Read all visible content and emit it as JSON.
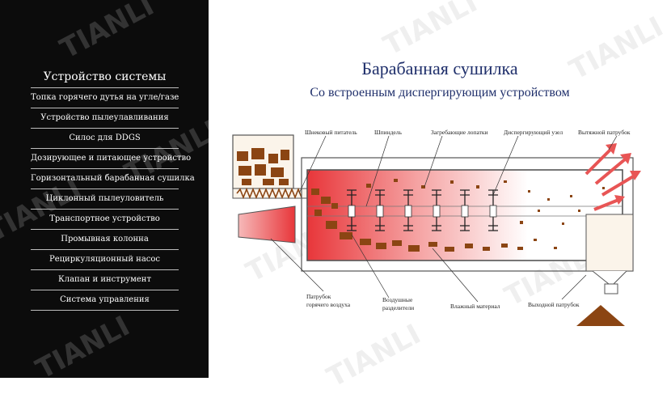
{
  "watermark_text": "TIANLI",
  "sidebar": {
    "title": "Устройство системы",
    "items": [
      {
        "label": "Топка горячего дутья на угле/газе"
      },
      {
        "label": "Устройство пылеулавливания"
      },
      {
        "label": "Силос для DDGS"
      },
      {
        "label": "Дозирующее и питающее устройство"
      },
      {
        "label": "Горизонтальный барабанная сушилка"
      },
      {
        "label": "Циклонный пылеуловитель"
      },
      {
        "label": "Транспортное устройство"
      },
      {
        "label": "Промывная колонна"
      },
      {
        "label": "Рециркуляционный насос"
      },
      {
        "label": "Клапан и инструмент"
      },
      {
        "label": "Система управления"
      }
    ]
  },
  "main": {
    "title": "Барабанная сушилка",
    "subtitle": "Со встроенным диспергирующим устройством"
  },
  "diagram": {
    "labels": {
      "screw_feeder": "Шнековый питатель",
      "spindle": "Шпиндель",
      "scoop_blades": "Загребающие лопатки",
      "disperser": "Диспергирующий узел",
      "exhaust": "Вытяжной патрубок",
      "hot_air_inlet_1": "Патрубок",
      "hot_air_inlet_2": "горячего воздуха",
      "air_separators_1": "Воздушные",
      "air_separators_2": "разделители",
      "wet_material": "Влажный материал",
      "outlet": "Выходной патрубок"
    }
  },
  "colors": {
    "sidebar_bg": "#0c0c0c",
    "title_color": "#1f2f6b",
    "material_brown": "#8b4513",
    "hot_red": "#e8363a",
    "exhaust_arrow": "#e85555"
  }
}
